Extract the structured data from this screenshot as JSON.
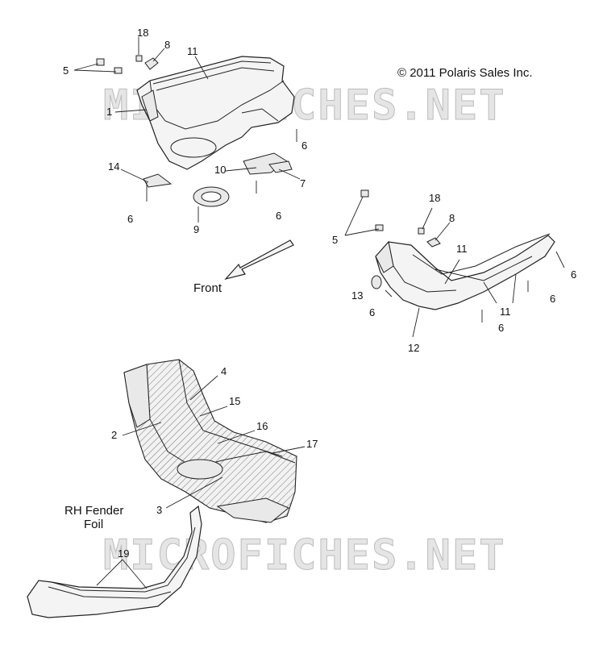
{
  "copyright": "© 2011 Polaris Sales Inc.",
  "watermark": "MICROFICHES.NET",
  "front_label": "Front",
  "rh_fender_foil": {
    "line1": "RH Fender",
    "line2": "Foil"
  },
  "callouts": {
    "c18a": "18",
    "c8a": "8",
    "c11a": "11",
    "c5a": "5",
    "c1": "1",
    "c6a": "6",
    "c14": "14",
    "c10": "10",
    "c7": "7",
    "c6b": "6",
    "c6c": "6",
    "c9": "9",
    "c18b": "18",
    "c8b": "8",
    "c5b": "5",
    "c11b": "11",
    "c6d": "6",
    "c13": "13",
    "c6e": "6",
    "c11c": "11",
    "c6f": "6",
    "c6g": "6",
    "c12": "12",
    "c4": "4",
    "c15": "15",
    "c2": "2",
    "c16": "16",
    "c17": "17",
    "c3": "3",
    "c19": "19"
  }
}
